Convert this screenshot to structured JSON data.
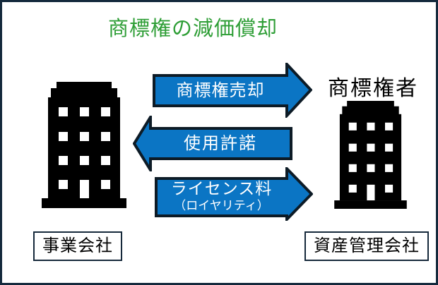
{
  "title": {
    "text": "商標権の減価償却"
  },
  "left_entity": {
    "label": "事業会社"
  },
  "right_entity": {
    "heading": "商標権者",
    "label": "資産管理会社"
  },
  "arrows": [
    {
      "label": "商標権売却",
      "direction": "right"
    },
    {
      "label": "使用許諾",
      "direction": "left"
    },
    {
      "label": "ライセンス料",
      "label_line2": "（ロイヤリティ）",
      "direction": "right"
    }
  ],
  "colors": {
    "title_green": "#2e9e36",
    "arrow_fill": "#0b75c4",
    "arrow_border": "#0d1b26",
    "frame_border": "#14293c",
    "building_black": "#000000"
  }
}
